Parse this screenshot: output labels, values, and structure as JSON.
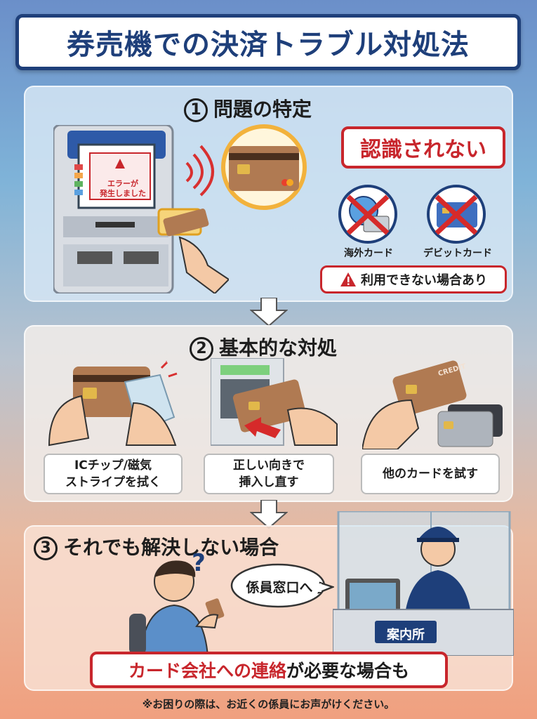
{
  "header": {
    "title": "券売機での決済トラブル対処法"
  },
  "section1": {
    "number": "1",
    "title": "問題の特定",
    "screen_error": "エラーが\n発生しました",
    "callout": "認識されない",
    "foreign_card_label": "海外カード",
    "debit_card_label": "デビットカード",
    "warning": "利用できない場合あり"
  },
  "section2": {
    "number": "2",
    "title": "基本的な対処",
    "step1": "ICチップ/磁気\nストライプを拭く",
    "step2": "正しい向きで\n挿入し直す",
    "step3": "他のカードを試す",
    "credit_text": "CREDIT"
  },
  "section3": {
    "number": "3",
    "title": "それでも解決しない場合",
    "speech": "係員窓口へ",
    "booth_sign": "案内所",
    "question_mark": "?",
    "contact_highlight": "カード会社への連絡",
    "contact_rest": "が必要な場合も"
  },
  "footer": {
    "note": "※お困りの際は、お近くの係員にお声がけください。"
  },
  "colors": {
    "navy": "#1e3f7a",
    "red": "#c8262c",
    "card_brown": "#b07a52"
  }
}
